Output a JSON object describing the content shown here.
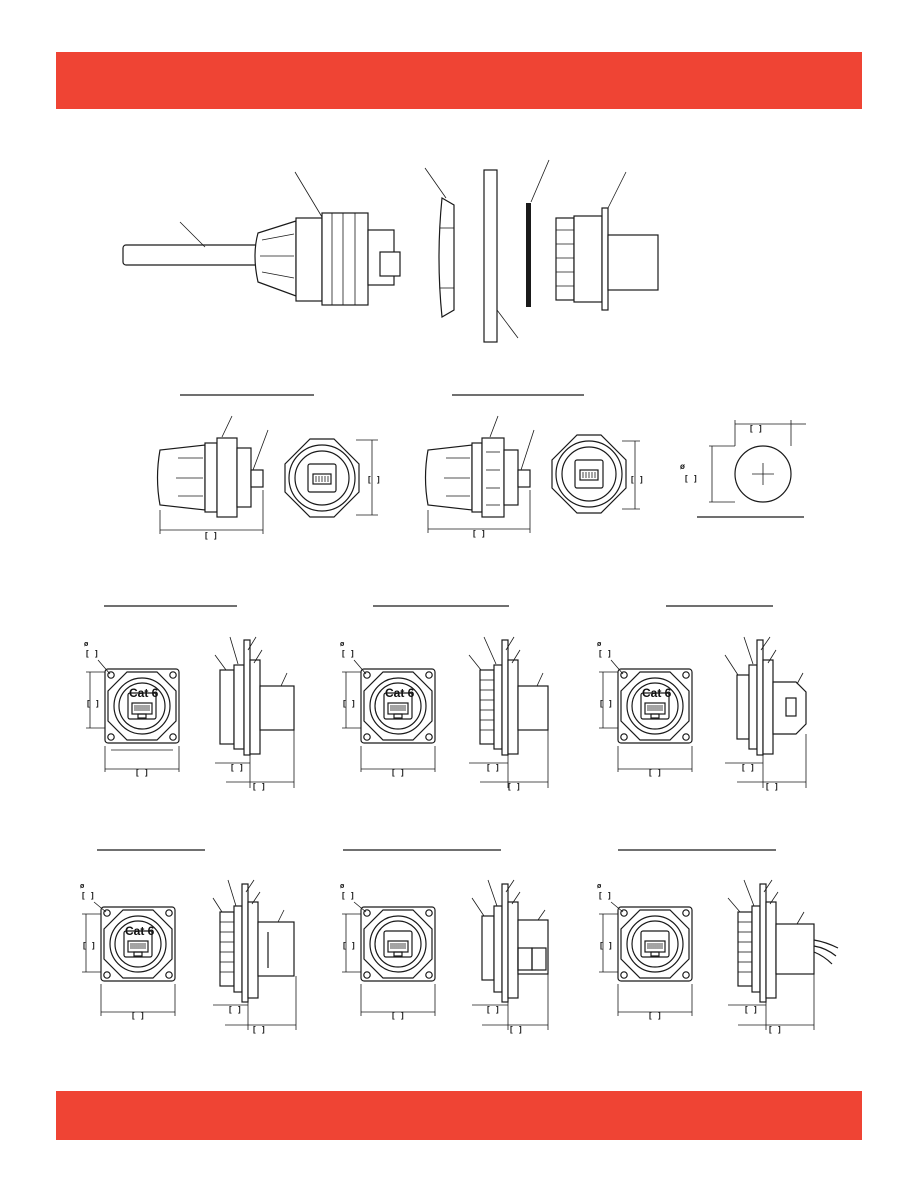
{
  "colors": {
    "band": "#ef4434",
    "line": "#1a1a1a",
    "background": "#ffffff"
  },
  "labels": {
    "cat6": "Cat 6",
    "phi": "ø"
  },
  "panels": [
    {
      "id": "p1",
      "style": "rear-flange"
    },
    {
      "id": "p2",
      "style": "threaded"
    },
    {
      "id": "p3",
      "style": "latch"
    },
    {
      "id": "p4",
      "style": "threaded-box"
    },
    {
      "id": "p5",
      "style": "pcb"
    },
    {
      "id": "p6",
      "style": "threaded-cable"
    }
  ]
}
